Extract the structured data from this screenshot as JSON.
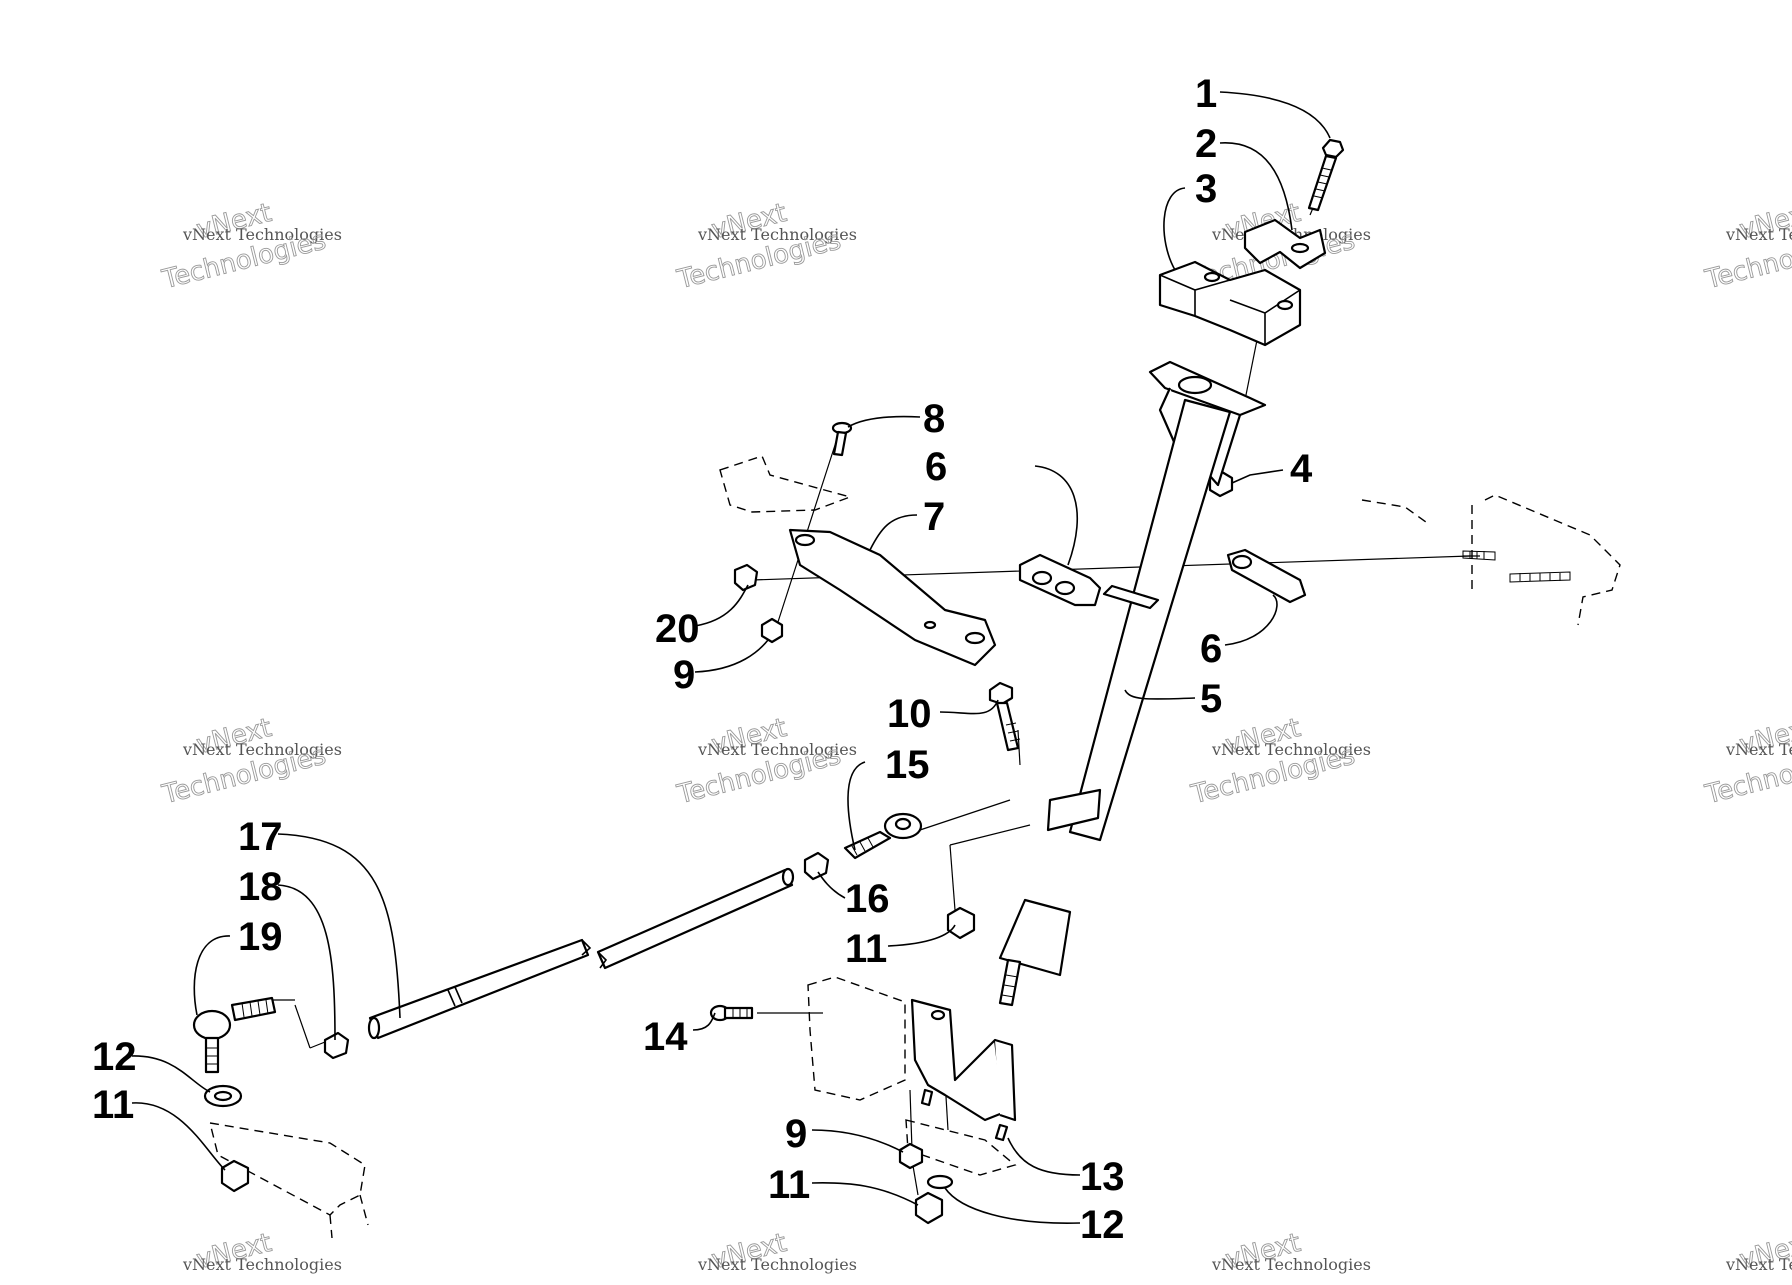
{
  "watermark": {
    "line1": "vNext",
    "line2": "vNext Technologies",
    "line3": "Technologies"
  },
  "callouts": [
    {
      "id": "c1",
      "label": "1"
    },
    {
      "id": "c2",
      "label": "2"
    },
    {
      "id": "c3",
      "label": "3"
    },
    {
      "id": "c4",
      "label": "4"
    },
    {
      "id": "c5",
      "label": "5"
    },
    {
      "id": "c6a",
      "label": "6"
    },
    {
      "id": "c6b",
      "label": "6"
    },
    {
      "id": "c7",
      "label": "7"
    },
    {
      "id": "c8",
      "label": "8"
    },
    {
      "id": "c9a",
      "label": "9"
    },
    {
      "id": "c9b",
      "label": "9"
    },
    {
      "id": "c10",
      "label": "10"
    },
    {
      "id": "c11a",
      "label": "11"
    },
    {
      "id": "c11b",
      "label": "11"
    },
    {
      "id": "c11c",
      "label": "11"
    },
    {
      "id": "c12a",
      "label": "12"
    },
    {
      "id": "c12b",
      "label": "12"
    },
    {
      "id": "c13",
      "label": "13"
    },
    {
      "id": "c14",
      "label": "14"
    },
    {
      "id": "c15",
      "label": "15"
    },
    {
      "id": "c16",
      "label": "16"
    },
    {
      "id": "c17",
      "label": "17"
    },
    {
      "id": "c18",
      "label": "18"
    },
    {
      "id": "c19",
      "label": "19"
    },
    {
      "id": "c20",
      "label": "20"
    }
  ]
}
